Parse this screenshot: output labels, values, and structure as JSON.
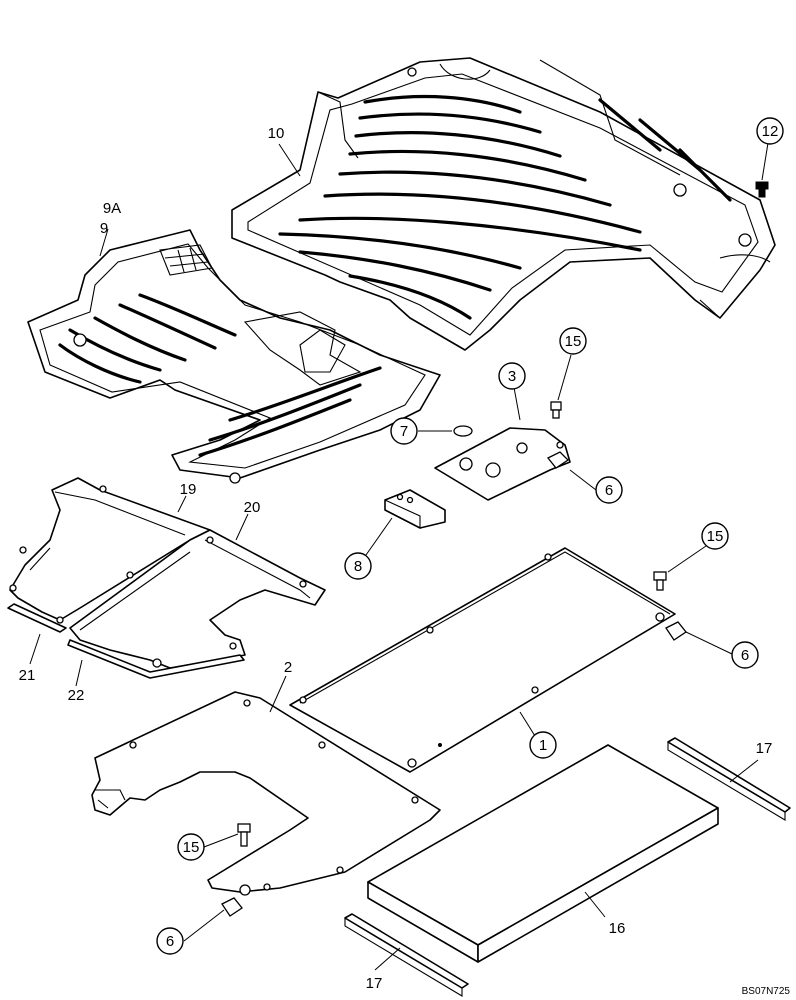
{
  "figure_code": "BS07N725",
  "callouts": {
    "c1": "1",
    "c2": "2",
    "c3": "3",
    "c6a": "6",
    "c6b": "6",
    "c6c": "6",
    "c7": "7",
    "c8": "8",
    "c9": "9",
    "c9a": "9A",
    "c10": "10",
    "c12": "12",
    "c15a": "15",
    "c15b": "15",
    "c15c": "15",
    "c16": "16",
    "c17a": "17",
    "c17b": "17",
    "c19": "19",
    "c20": "20",
    "c21": "21",
    "c22": "22"
  }
}
